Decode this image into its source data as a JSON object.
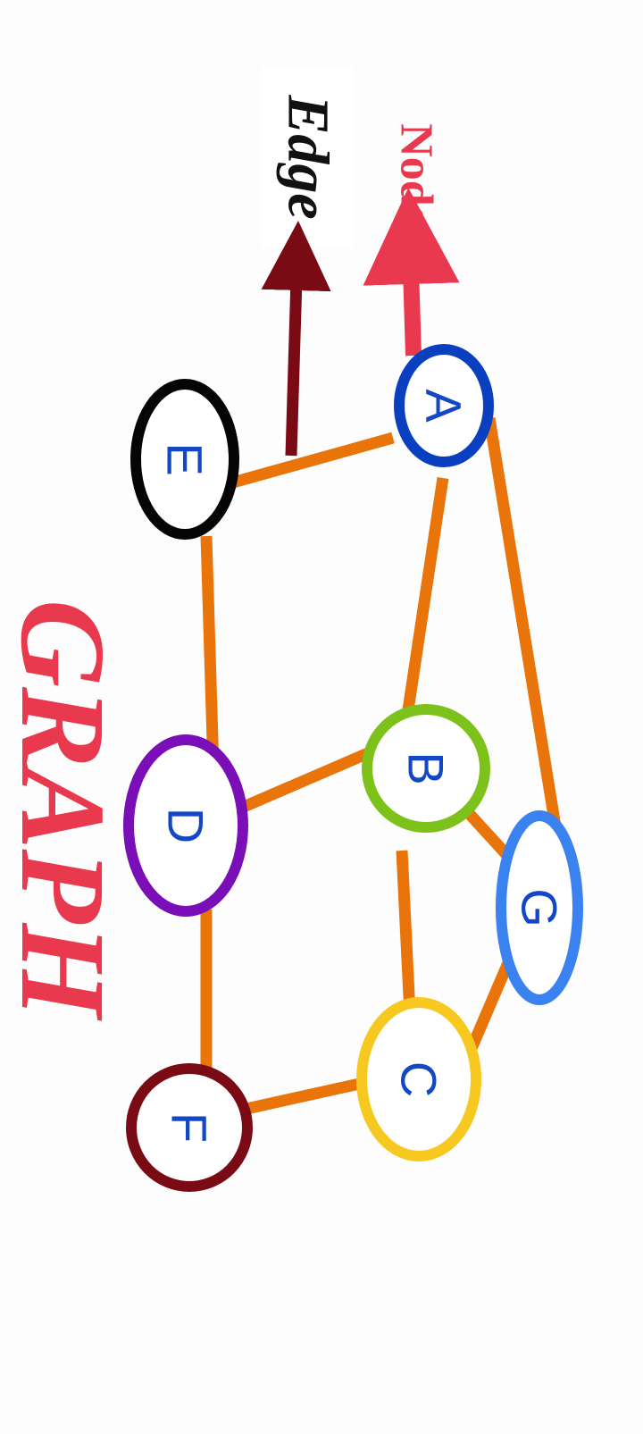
{
  "title": "GRAPH",
  "node_label": "Node",
  "edge_label": "Edge",
  "colors": {
    "edge": "#e8740a",
    "letter": "#1347c4",
    "title": "#e8394e",
    "node_arrow": "#e8394e",
    "edge_arrow": "#7a0a14"
  },
  "nodes": [
    {
      "id": "A",
      "label": "A",
      "color": "#0a3fc0"
    },
    {
      "id": "B",
      "label": "B",
      "color": "#7cc21b"
    },
    {
      "id": "C",
      "label": "C",
      "color": "#f7c920"
    },
    {
      "id": "D",
      "label": "D",
      "color": "#7a0fb8"
    },
    {
      "id": "E",
      "label": "E",
      "color": "#050505"
    },
    {
      "id": "F",
      "label": "F",
      "color": "#7a0a14"
    },
    {
      "id": "G",
      "label": "G",
      "color": "#3a82f0"
    }
  ],
  "edges": [
    [
      "A",
      "E"
    ],
    [
      "A",
      "B"
    ],
    [
      "A",
      "G"
    ],
    [
      "E",
      "D"
    ],
    [
      "B",
      "D"
    ],
    [
      "B",
      "G"
    ],
    [
      "B",
      "C"
    ],
    [
      "G",
      "C"
    ],
    [
      "D",
      "F"
    ],
    [
      "C",
      "F"
    ]
  ]
}
